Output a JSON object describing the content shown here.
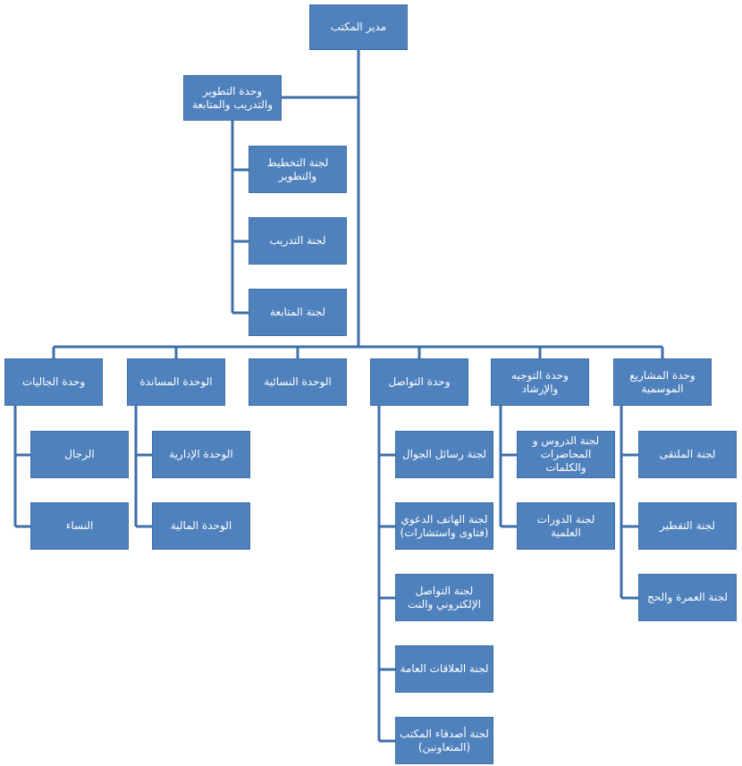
{
  "org_chart": {
    "root": "مدير المكتب",
    "dev_unit": {
      "label": "وحدة التطوير\nوالتدريب والمتابعة",
      "children": [
        "لجنة التخطيط\nوالتطوير",
        "لجنة التدريب",
        "لجنة المتابعة"
      ]
    },
    "units": [
      {
        "label": "وحدة الجاليات",
        "children": [
          "الرجال",
          "النساء"
        ]
      },
      {
        "label": "الوحدة المساندة",
        "children": [
          "الوحدة الإدارية",
          "الوحدة المالية"
        ]
      },
      {
        "label": "الوحدة النسائية",
        "children": []
      },
      {
        "label": "وحدة التواصل",
        "children": [
          "لجنة رسائل الجوال",
          "لجنة الهاتف الدعوي\n(فتاوى واستشارات)",
          "لجنة التواصل\nالإلكتروني والنت",
          "لجنة العلاقات العامة",
          "لجنة أصدقاء المكتب\n(المتعاونين)"
        ]
      },
      {
        "label": "وحدة التوجيه\nوالإرشاد",
        "children": [
          "لجنة الدروس و\nالمحاضرات\nوالكلمات",
          "لجنة الدورات العلمية"
        ]
      },
      {
        "label": "وحدة المشاريع\nالموسمية",
        "children": [
          "لجنة الملتقى",
          "لجنة التفطير",
          "لجنة العمرة والحج"
        ]
      }
    ]
  },
  "colors": {
    "box_fill": "#4f81bd",
    "box_border": "#3f6fa8",
    "line": "#3f6fa8",
    "text": "#ffffff"
  }
}
